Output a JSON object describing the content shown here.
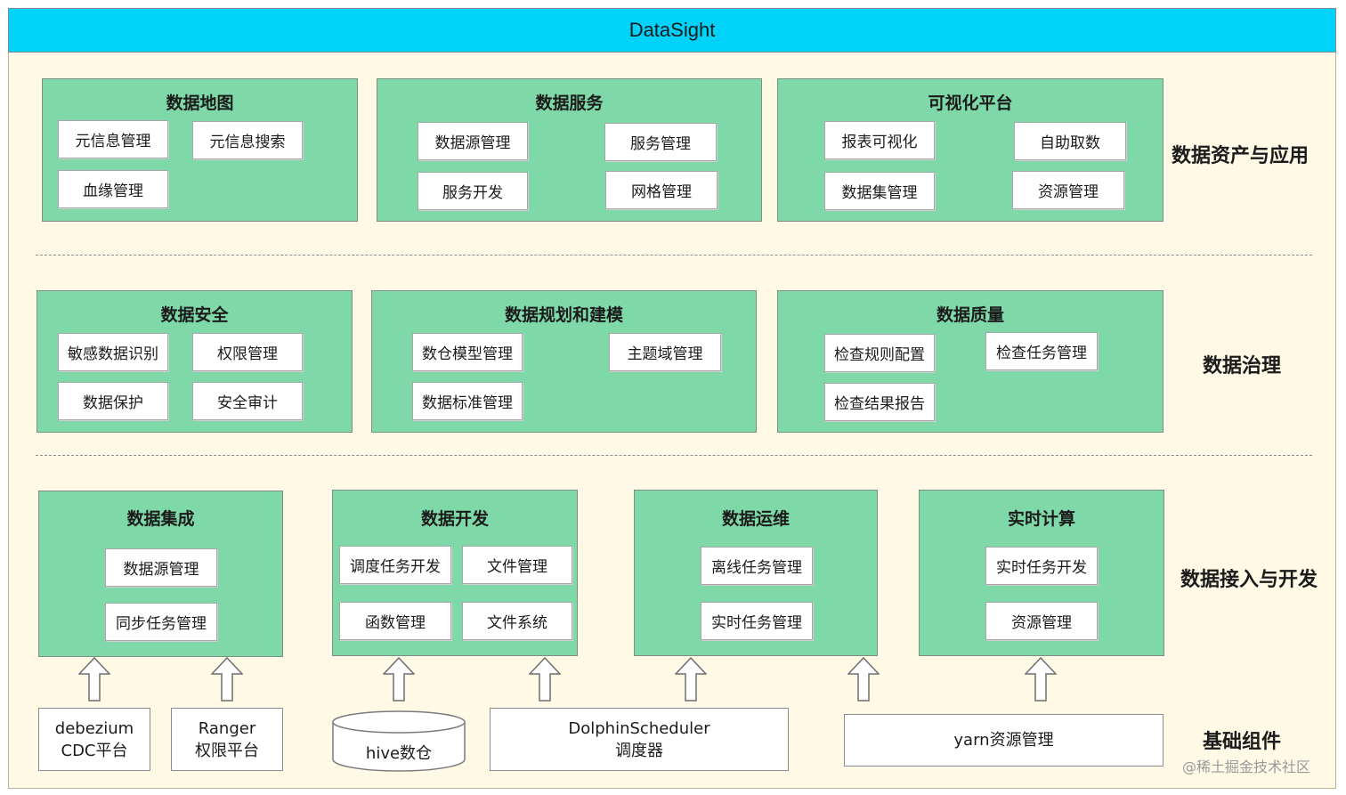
{
  "header": {
    "title": "DataSight"
  },
  "tiers": {
    "top": "数据资产与应用",
    "middle": "数据治理",
    "bottom": "数据接入与开发",
    "base": "基础组件"
  },
  "groups": {
    "data_map": {
      "title": "数据地图",
      "items": [
        "元信息管理",
        "元信息搜索",
        "血缘管理"
      ]
    },
    "data_service": {
      "title": "数据服务",
      "items": [
        "数据源管理",
        "服务管理",
        "服务开发",
        "网格管理"
      ]
    },
    "visualization": {
      "title": "可视化平台",
      "items": [
        "报表可视化",
        "自助取数",
        "数据集管理",
        "资源管理"
      ]
    },
    "data_security": {
      "title": "数据安全",
      "items": [
        "敏感数据识别",
        "权限管理",
        "数据保护",
        "安全审计"
      ]
    },
    "data_modeling": {
      "title": "数据规划和建模",
      "items": [
        "数仓模型管理",
        "主题域管理",
        "数据标准管理"
      ]
    },
    "data_quality": {
      "title": "数据质量",
      "items": [
        "检查规则配置",
        "检查任务管理",
        "检查结果报告"
      ]
    },
    "data_integration": {
      "title": "数据集成",
      "items": [
        "数据源管理",
        "同步任务管理"
      ]
    },
    "data_development": {
      "title": "数据开发",
      "items": [
        "调度任务开发",
        "文件管理",
        "函数管理",
        "文件系统"
      ]
    },
    "data_ops": {
      "title": "数据运维",
      "items": [
        "离线任务管理",
        "实时任务管理"
      ]
    },
    "realtime": {
      "title": "实时计算",
      "items": [
        "实时任务开发",
        "资源管理"
      ]
    }
  },
  "base": {
    "debezium": {
      "line1": "debezium",
      "line2": "CDC平台"
    },
    "ranger": {
      "line1": "Ranger",
      "line2": "权限平台"
    },
    "hive": {
      "label": "hive数仓"
    },
    "dolphin": {
      "line1": "DolphinScheduler",
      "line2": "调度器"
    },
    "yarn": {
      "label": "yarn资源管理"
    }
  },
  "watermark": "@稀土掘金技术社区"
}
